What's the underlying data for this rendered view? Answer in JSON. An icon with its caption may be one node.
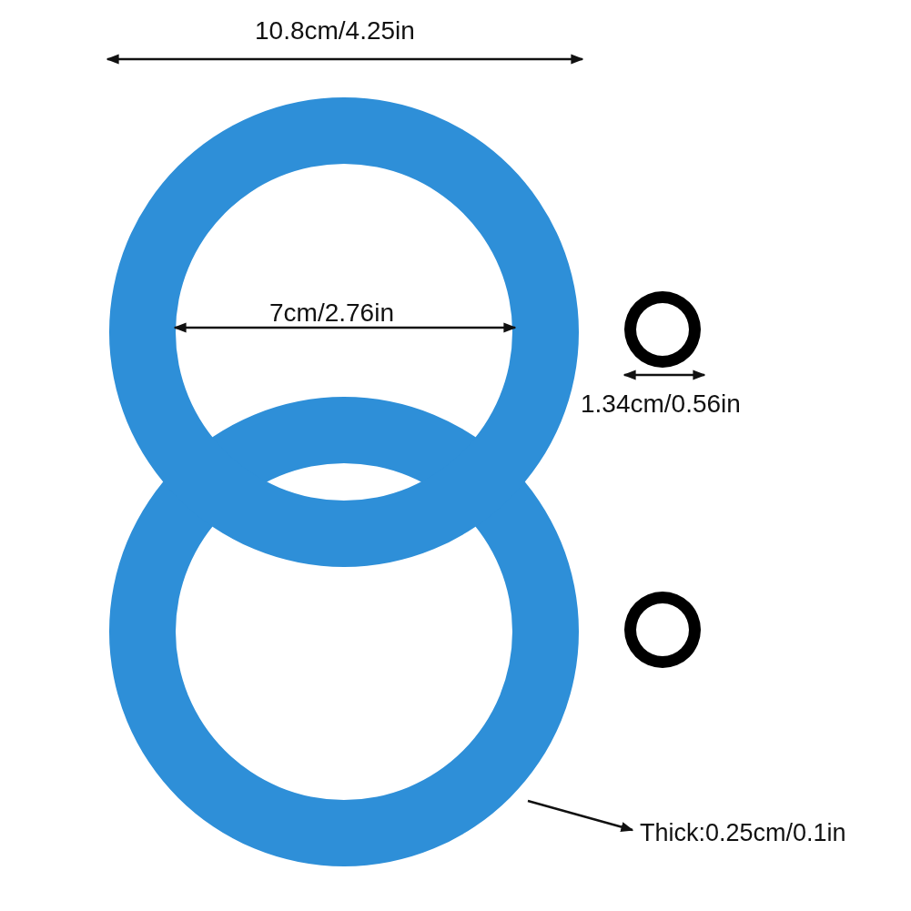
{
  "diagram": {
    "nodes": [
      {
        "text": [
          "Thick:0.25cm/0.1in"
        ]
      },
      {
        "text": [],
        "shape": "circle"
      },
      {
        "text": [],
        "shape": "circle"
      },
      {
        "text": [],
        "shape": "circle"
      },
      {
        "text": [],
        "shape": "circle"
      }
    ],
    "edges": [
      {
        "from": 2,
        "to": 0,
        "arrow": "to"
      }
    ],
    "labels": [
      "10.8cm/4.25in",
      "7cm/2.76in",
      "1.34cm/0.56in"
    ]
  }
}
